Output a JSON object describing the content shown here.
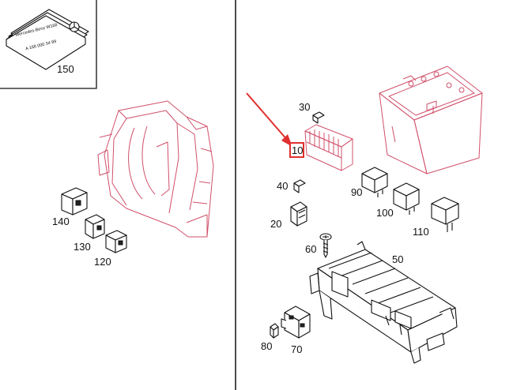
{
  "booklet": {
    "line1": "Mercedes-Benz W168",
    "partno": "A 168 000 34 99"
  },
  "labels": {
    "p10": "10",
    "p20": "20",
    "p30": "30",
    "p40": "40",
    "p50": "50",
    "p60": "60",
    "p70": "70",
    "p80": "80",
    "p90": "90",
    "p100": "100",
    "p110": "110",
    "p120": "120",
    "p130": "130",
    "p140": "140",
    "p150": "150"
  },
  "colors": {
    "highlight": "#e03030",
    "part_outline": "#d0506a"
  }
}
